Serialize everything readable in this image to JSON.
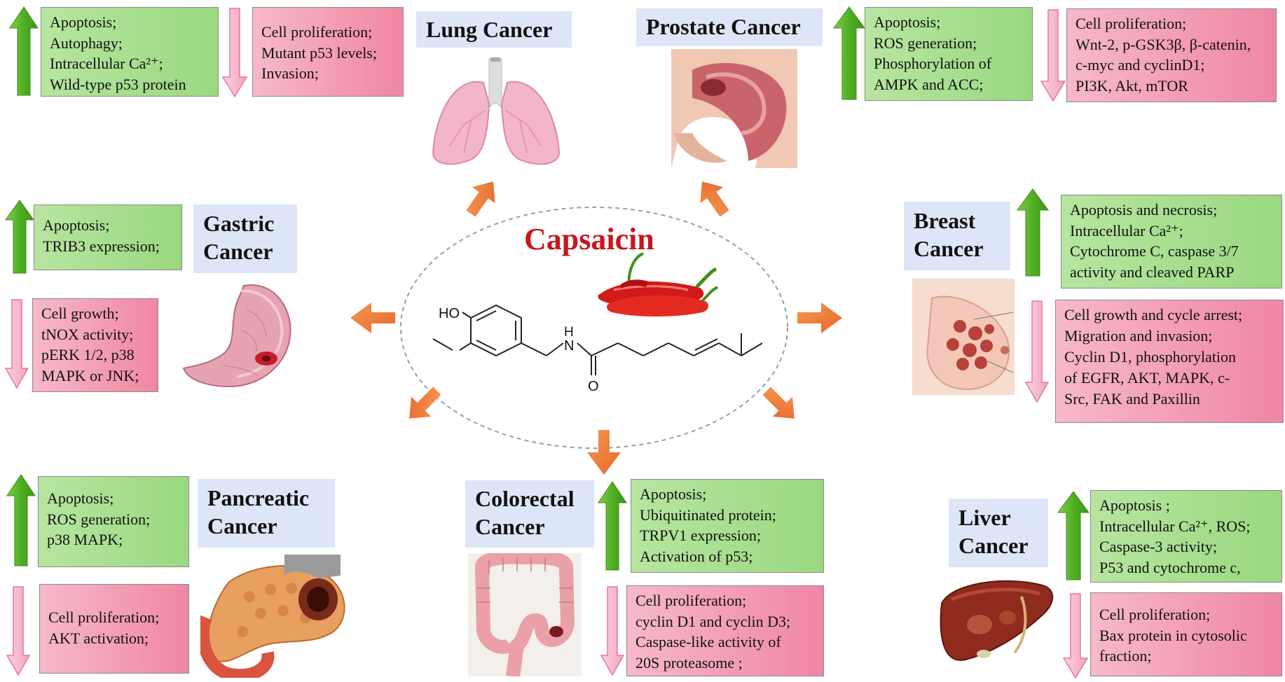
{
  "center": {
    "title": "Capsaicin",
    "molecule_labels": {
      "hydroxyl": "HO",
      "amine_h": "H",
      "amine_n": "N",
      "carbonyl_o": "O"
    }
  },
  "cancers": {
    "lung": {
      "title": [
        "Lung Cancer"
      ],
      "up": [
        "Apoptosis;",
        "Autophagy;",
        "Intracellular Ca²⁺;",
        "Wild-type p53 protein"
      ],
      "down": [
        "Cell proliferation;",
        "Mutant p53 levels;",
        "Invasion;"
      ]
    },
    "prostate": {
      "title": [
        "Prostate Cancer"
      ],
      "up": [
        "Apoptosis;",
        "ROS generation;",
        "Phosphorylation of",
        "AMPK and ACC;"
      ],
      "down": [
        "Cell proliferation;",
        "Wnt-2, p-GSK3β, β-catenin,",
        "c-myc and cyclinD1;",
        "PI3K, Akt, mTOR"
      ]
    },
    "gastric": {
      "title": [
        "Gastric",
        "Cancer"
      ],
      "up": [
        "Apoptosis;",
        "TRIB3 expression;"
      ],
      "down": [
        "Cell growth;",
        "tNOX activity;",
        "pERK 1/2, p38",
        "MAPK or JNK;"
      ]
    },
    "breast": {
      "title": [
        "Breast",
        "Cancer"
      ],
      "up": [
        "Apoptosis and necrosis;",
        "Intracellular Ca²⁺;",
        "Cytochrome C, caspase 3/7",
        "activity and cleaved PARP"
      ],
      "down": [
        "Cell growth and cycle arrest;",
        "Migration and invasion;",
        "Cyclin D1, phosphorylation",
        "of EGFR, AKT, MAPK, c-",
        "Src, FAK and Paxillin"
      ]
    },
    "pancreatic": {
      "title": [
        "Pancreatic",
        "Cancer"
      ],
      "up": [
        "Apoptosis;",
        "ROS generation;",
        "p38 MAPK;"
      ],
      "down": [
        "Cell proliferation;",
        "AKT activation;"
      ]
    },
    "colorectal": {
      "title": [
        "Colorectal",
        "Cancer"
      ],
      "up": [
        "Apoptosis;",
        "Ubiquitinated protein;",
        "TRPV1 expression;",
        "Activation of p53;"
      ],
      "down": [
        "Cell proliferation;",
        "cyclin D1 and cyclin D3;",
        "Caspase-like activity of",
        "20S proteasome ;"
      ]
    },
    "liver": {
      "title": [
        "Liver",
        "Cancer"
      ],
      "up": [
        "Apoptosis ;",
        "Intracellular Ca²⁺, ROS;",
        "Caspase-3 activity;",
        "P53 and cytochrome c,"
      ],
      "down": [
        "Cell proliferation;",
        "Bax protein in cytosolic",
        "fraction;"
      ]
    }
  },
  "colors": {
    "increase_arrow": "#5dbb2f",
    "decrease_arrow": "#f4a6bd",
    "radial_arrow": "#ef7a30",
    "title_background": "#dde6f6",
    "capsaicin_title": "#c8161e"
  },
  "icons": {
    "increase": "up-arrow-icon",
    "decrease": "down-arrow-icon",
    "radial": "orange-arrow-icon"
  }
}
